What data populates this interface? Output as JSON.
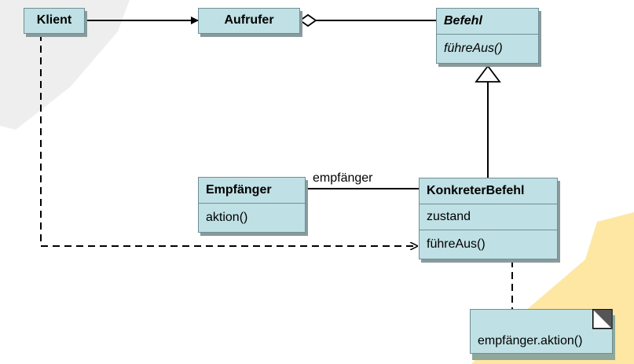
{
  "diagram": {
    "classes": {
      "klient": {
        "name": "Klient"
      },
      "aufrufer": {
        "name": "Aufrufer"
      },
      "befehl": {
        "name": "Befehl",
        "operation": "führeAus()"
      },
      "empfaenger": {
        "name": "Empfänger",
        "operation": "aktion()"
      },
      "konkreter_befehl": {
        "name": "KonkreterBefehl",
        "attribute": "zustand",
        "operation": "führeAus()"
      }
    },
    "association_label": "empfänger",
    "note": {
      "text": "empfänger.aktion()"
    }
  },
  "colors": {
    "box_fill": "#bfe0e4",
    "box_border": "#6f8f95",
    "shadow": "#8a9a9c",
    "background_shape_gray": "#eeeeee",
    "background_shape_yellow": "#fde7a3"
  }
}
